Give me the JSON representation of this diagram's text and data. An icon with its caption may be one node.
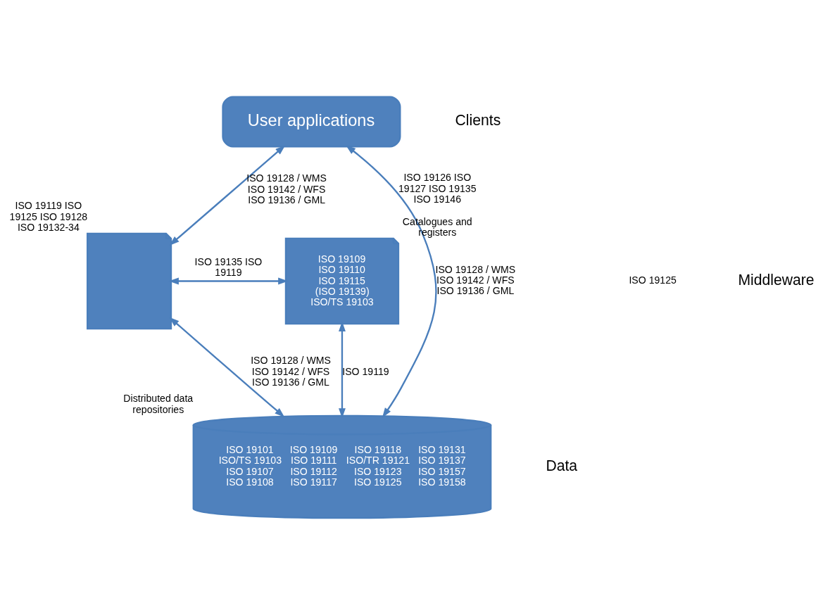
{
  "diagram": {
    "nodes": [
      {
        "text": [
          "User applications"
        ]
      },
      {
        "text": [],
        "shape": "document",
        "beside": [
          "ISO 19119 ISO 19125 ISO 19128 ISO 19132-34"
        ]
      },
      {
        "text": [
          "ISO 19109 ISO 19110 ISO 19115 (ISO 19139) ISO/TS 19103"
        ],
        "beside": [
          "ISO 19126 ISO 19127 ISO 19135 ISO 19146",
          "Catalogues and registers"
        ]
      },
      {
        "text": [
          "ISO 19101 ISO/TS 19103 ISO 19107 ISO 19108",
          "ISO 19109 ISO 19111 ISO 19112 ISO 19117",
          "ISO 19118 ISO/TR 19121 ISO 19123 ISO 19125",
          "ISO 19131 ISO 19137 ISO 19157 ISO 19158"
        ],
        "beside": [
          "Distributed data repositories"
        ]
      }
    ],
    "edges": [
      {
        "from": 0,
        "to": 1,
        "arrow": "both",
        "label": "ISO 19128 / WMS ISO 19142 / WFS ISO 19136 / GML"
      },
      {
        "from": 2,
        "to": 1,
        "arrow": "both",
        "label": "ISO 19135 ISO 19119"
      },
      {
        "from": 0,
        "to": 3,
        "arrow": "both",
        "label": "ISO 19128 / WMS ISO 19142 / WFS ISO 19136 / GML"
      },
      {
        "from": 1,
        "to": 3,
        "arrow": "both",
        "label": "ISO 19128 / WMS ISO 19142 / WFS ISO 19136 / GML"
      },
      {
        "from": 2,
        "to": 3,
        "arrow": "both",
        "label": "ISO 19119"
      }
    ],
    "labels": [
      "Clients",
      "ISO 19125",
      "Middleware",
      "Data"
    ]
  }
}
